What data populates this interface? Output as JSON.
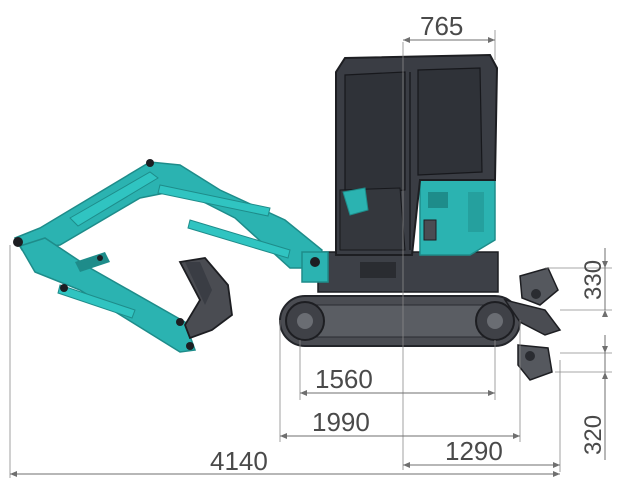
{
  "dimensions": {
    "top_width": "765",
    "upper_height": "330",
    "lower_height": "320",
    "track_length": "1560",
    "track_overall": "1990",
    "tail_to_blade": "1290",
    "overall_length": "4140"
  },
  "colors": {
    "arm": "#2bb3b1",
    "arm_dark": "#1e8c8a",
    "cab": "#3a3d44",
    "cab_dark": "#23252a",
    "track": "#4a4c52",
    "dim_line": "#6f6f6f"
  }
}
